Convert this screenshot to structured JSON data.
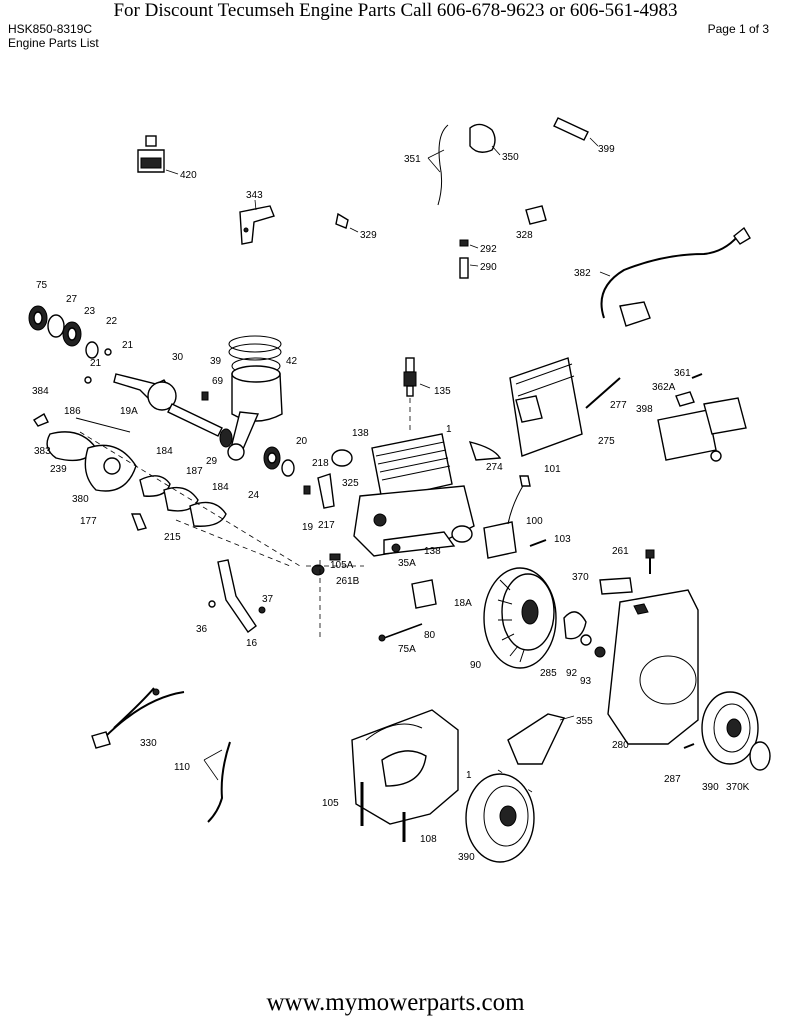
{
  "header": {
    "banner": "For  Discount Tecumseh Engine Parts Call 606-678-9623 or 606-561-4983",
    "model": "HSK850-8319C",
    "list_title": "Engine Parts List",
    "page": "Page 1 of 3"
  },
  "footer": {
    "website": "www.mymowerparts.com"
  },
  "parts": [
    "420",
    "343",
    "329",
    "351",
    "350",
    "399",
    "328",
    "292",
    "290",
    "382",
    "75",
    "27",
    "23",
    "22",
    "21",
    "21",
    "30",
    "39",
    "42",
    "69",
    "384",
    "186",
    "19A",
    "383",
    "239",
    "184",
    "187",
    "184",
    "380",
    "177",
    "215",
    "29",
    "24",
    "20",
    "138",
    "1",
    "135",
    "275",
    "277",
    "274",
    "101",
    "361",
    "362A",
    "398",
    "218",
    "325",
    "19",
    "217",
    "100",
    "103",
    "138",
    "105A",
    "261B",
    "35A",
    "18A",
    "80",
    "75A",
    "36",
    "37",
    "16",
    "90",
    "285",
    "92",
    "93",
    "261",
    "370",
    "330",
    "110",
    "355",
    "1",
    "105",
    "108",
    "390",
    "280",
    "287",
    "390",
    "370K"
  ]
}
